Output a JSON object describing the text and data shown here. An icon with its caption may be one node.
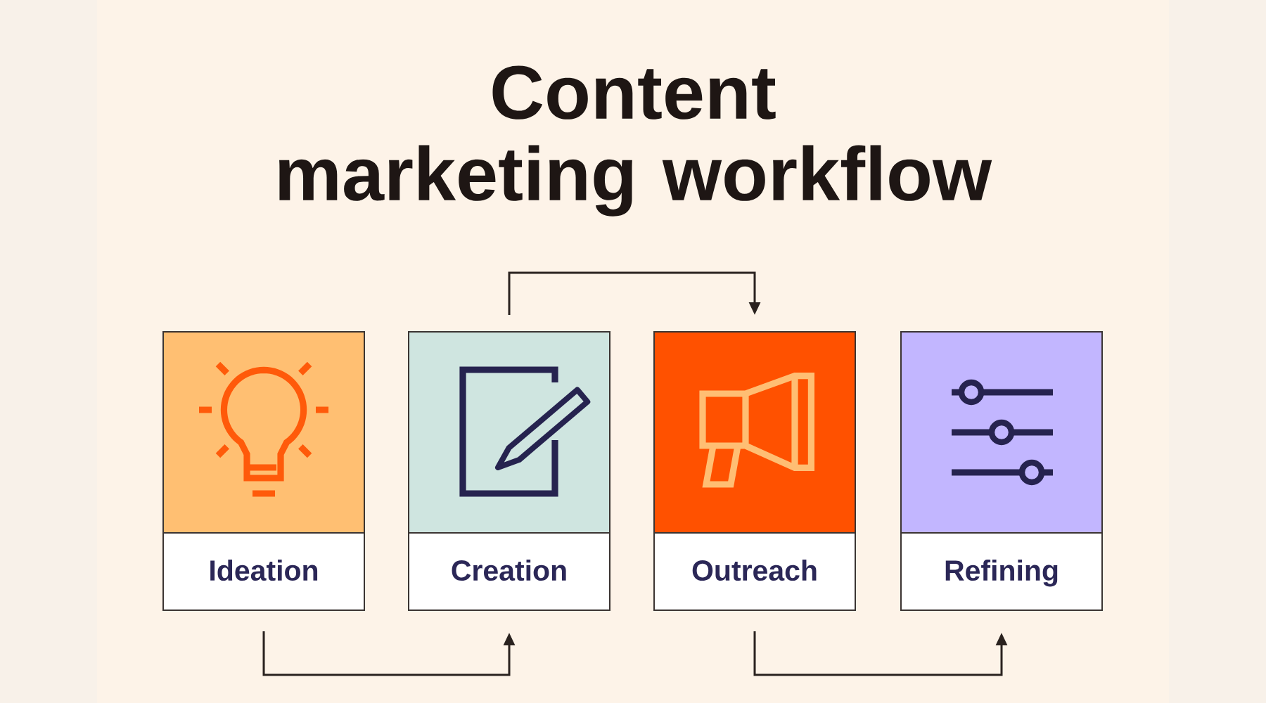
{
  "diagram": {
    "title": "Content marketing workflow",
    "nodes": [
      {
        "text": [
          "Ideation"
        ]
      },
      {
        "text": [
          "Creation"
        ]
      },
      {
        "text": [
          "Outreach"
        ]
      },
      {
        "text": [
          "Refining"
        ]
      }
    ],
    "edges": [
      {
        "from": 0,
        "to": 1,
        "arrow": "to"
      },
      {
        "from": 1,
        "to": 2,
        "arrow": "to"
      },
      {
        "from": 2,
        "to": 3,
        "arrow": "to"
      }
    ]
  }
}
